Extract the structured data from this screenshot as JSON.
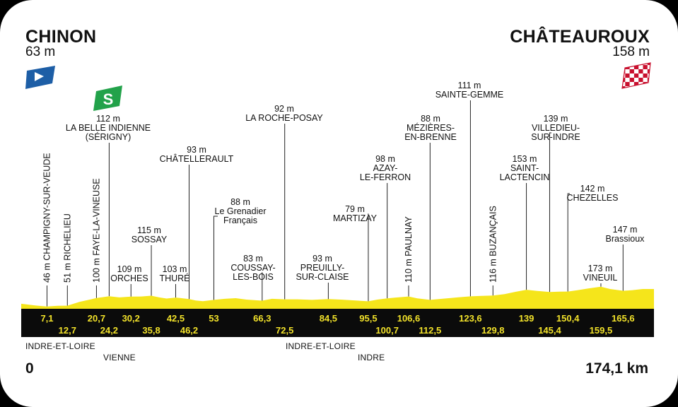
{
  "colors": {
    "profile_fill": "#f5e51b",
    "km_band": "#0b0b0b",
    "km_text": "#f2e22a",
    "start_flag": "#1d5ea6",
    "sprint_badge": "#22a24a",
    "finish_flag": "#c8102e"
  },
  "start": {
    "city": "CHINON",
    "altitude": "63 m",
    "km": "0",
    "icon": "start-flag-icon"
  },
  "finish": {
    "city": "CHÂTEAUROUX",
    "altitude": "158 m",
    "km": "174,1 km",
    "icon": "checkered-finish-flag-icon"
  },
  "sprint": {
    "icon": "intermediate-sprint-icon",
    "symbol": "S"
  },
  "departments": [
    {
      "name": "INDRE-ET-LOIRE"
    },
    {
      "name": "VIENNE"
    },
    {
      "name": "INDRE-ET-LOIRE"
    },
    {
      "name": "INDRE"
    }
  ],
  "chart_data": {
    "type": "area",
    "title": "",
    "xlabel": "",
    "ylabel": "",
    "xlim": [
      0,
      174.1
    ],
    "km_labels_upper": [
      "7,1",
      "20,7",
      "30,2",
      "42,5",
      "53",
      "66,3",
      "84,5",
      "95,5",
      "106,6",
      "123,6",
      "139",
      "150,4",
      "165,6"
    ],
    "km_labels_lower": [
      "12,7",
      "24,2",
      "35,8",
      "46,2",
      "72,5",
      "100,7",
      "112,5",
      "129,8",
      "145,4",
      "159,5"
    ],
    "points_vertical": [
      {
        "km": 7.1,
        "label": "46 m CHAMPIGNY-SUR-VEUDE"
      },
      {
        "km": 12.7,
        "label": "51 m RICHELIEU"
      },
      {
        "km": 20.7,
        "label": "100 m FAYE-LA-VINEUSE"
      },
      {
        "km": 106.6,
        "label": "110 m PAULNAY"
      },
      {
        "km": 129.8,
        "label": "116 m BUZANÇAIS"
      }
    ],
    "points": [
      {
        "km": 24.2,
        "lines": [
          "112 m",
          "LA BELLE INDIENNE",
          "(SÉRIGNY)"
        ]
      },
      {
        "km": 30.2,
        "lines": [
          "109 m",
          "ORCHES"
        ]
      },
      {
        "km": 35.8,
        "lines": [
          "115 m",
          "SOSSAY"
        ]
      },
      {
        "km": 42.5,
        "lines": [
          "103 m",
          "THURÉ"
        ]
      },
      {
        "km": 46.2,
        "lines": [
          "93 m",
          "CHÂTELLERAULT"
        ]
      },
      {
        "km": 53,
        "lines": [
          "88 m",
          "Le Grenadier",
          "Français"
        ]
      },
      {
        "km": 66.3,
        "lines": [
          "83 m",
          "COUSSAY-",
          "LES-BOIS"
        ]
      },
      {
        "km": 72.5,
        "lines": [
          "92 m",
          "LA ROCHE-POSAY"
        ]
      },
      {
        "km": 84.5,
        "lines": [
          "93 m",
          "PREUILLY-",
          "SUR-CLAISE"
        ]
      },
      {
        "km": 95.5,
        "lines": [
          "79 m",
          "MARTIZAY"
        ]
      },
      {
        "km": 100.7,
        "lines": [
          "98 m",
          "AZAY-",
          "LE-FERRON"
        ]
      },
      {
        "km": 112.5,
        "lines": [
          "88 m",
          "MÉZIÈRES-",
          "EN-BRENNE"
        ]
      },
      {
        "km": 123.6,
        "lines": [
          "111 m",
          "SAINTE-GEMME"
        ]
      },
      {
        "km": 139,
        "lines": [
          "153 m",
          "SAINT-",
          "LACTENCIN"
        ]
      },
      {
        "km": 145.4,
        "lines": [
          "139 m",
          "VILLEDIEU-",
          "SUR-INDRE"
        ]
      },
      {
        "km": 150.4,
        "lines": [
          "142 m",
          "CHEZELLES"
        ]
      },
      {
        "km": 159.5,
        "lines": [
          "173 m",
          "VINEUIL"
        ]
      },
      {
        "km": 165.6,
        "lines": [
          "147 m",
          "Brassioux"
        ]
      }
    ],
    "elevation_profile": [
      [
        0,
        63
      ],
      [
        4,
        52
      ],
      [
        7.1,
        46
      ],
      [
        10,
        50
      ],
      [
        12.7,
        51
      ],
      [
        16,
        75
      ],
      [
        20.7,
        100
      ],
      [
        22.5,
        106
      ],
      [
        24.2,
        112
      ],
      [
        27,
        104
      ],
      [
        30.2,
        109
      ],
      [
        33,
        110
      ],
      [
        35.8,
        115
      ],
      [
        38,
        104
      ],
      [
        40,
        97
      ],
      [
        42.5,
        103
      ],
      [
        44.5,
        98
      ],
      [
        46.2,
        93
      ],
      [
        48,
        84
      ],
      [
        50,
        80
      ],
      [
        53,
        88
      ],
      [
        56,
        95
      ],
      [
        59,
        99
      ],
      [
        62,
        90
      ],
      [
        66.3,
        83
      ],
      [
        69,
        95
      ],
      [
        72.5,
        92
      ],
      [
        76,
        92
      ],
      [
        80,
        88
      ],
      [
        84.5,
        93
      ],
      [
        88,
        90
      ],
      [
        92,
        84
      ],
      [
        95.5,
        79
      ],
      [
        98,
        90
      ],
      [
        100.7,
        98
      ],
      [
        103,
        103
      ],
      [
        106.6,
        110
      ],
      [
        109,
        98
      ],
      [
        112.5,
        88
      ],
      [
        116,
        96
      ],
      [
        120,
        104
      ],
      [
        123.6,
        111
      ],
      [
        126,
        113
      ],
      [
        129.8,
        116
      ],
      [
        133,
        125
      ],
      [
        136,
        140
      ],
      [
        139,
        153
      ],
      [
        142,
        146
      ],
      [
        145.4,
        139
      ],
      [
        148,
        141
      ],
      [
        150.4,
        142
      ],
      [
        153,
        150
      ],
      [
        156,
        162
      ],
      [
        159.5,
        173
      ],
      [
        162,
        158
      ],
      [
        165.6,
        147
      ],
      [
        168,
        150
      ],
      [
        171,
        158
      ],
      [
        174.1,
        158
      ]
    ]
  }
}
